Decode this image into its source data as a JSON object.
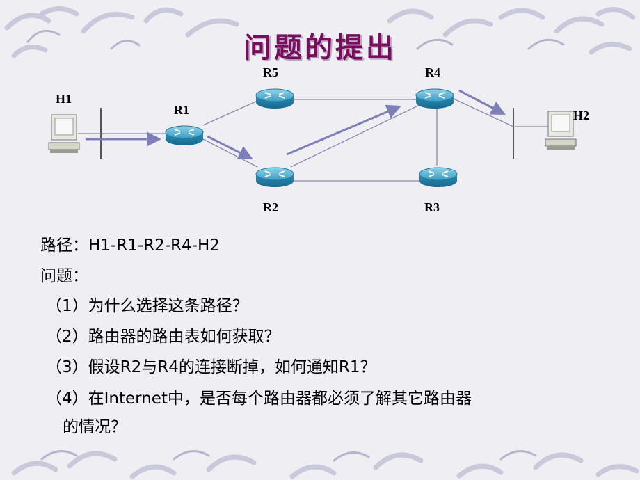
{
  "slide": {
    "title": "问题的提出",
    "accent_color": "#7a0e5e"
  },
  "diagram": {
    "nodes": {
      "H1": "H1",
      "H2": "H2",
      "R1": "R1",
      "R2": "R2",
      "R3": "R3",
      "R4": "R4",
      "R5": "R5"
    },
    "links": [
      [
        "R1",
        "R5"
      ],
      [
        "R1",
        "R2"
      ],
      [
        "R5",
        "R4"
      ],
      [
        "R2",
        "R4"
      ],
      [
        "R2",
        "R3"
      ],
      [
        "R3",
        "R4"
      ],
      [
        "H1",
        "R1"
      ],
      [
        "R4",
        "H2"
      ]
    ],
    "highlighted_path": [
      "H1",
      "R1",
      "R2",
      "R4",
      "H2"
    ]
  },
  "content": {
    "path_line": "路径：H1-R1-R2-R4-H2",
    "question_heading": "问题：",
    "questions": [
      "（1）为什么选择这条路径？",
      "（2）路由器的路由表如何获取？",
      "（3）假设R2与R4的连接断掉，如何通知R1？",
      "（4）在Internet中，是否每个路由器都必须了解其它路由器",
      "的情况？"
    ]
  }
}
